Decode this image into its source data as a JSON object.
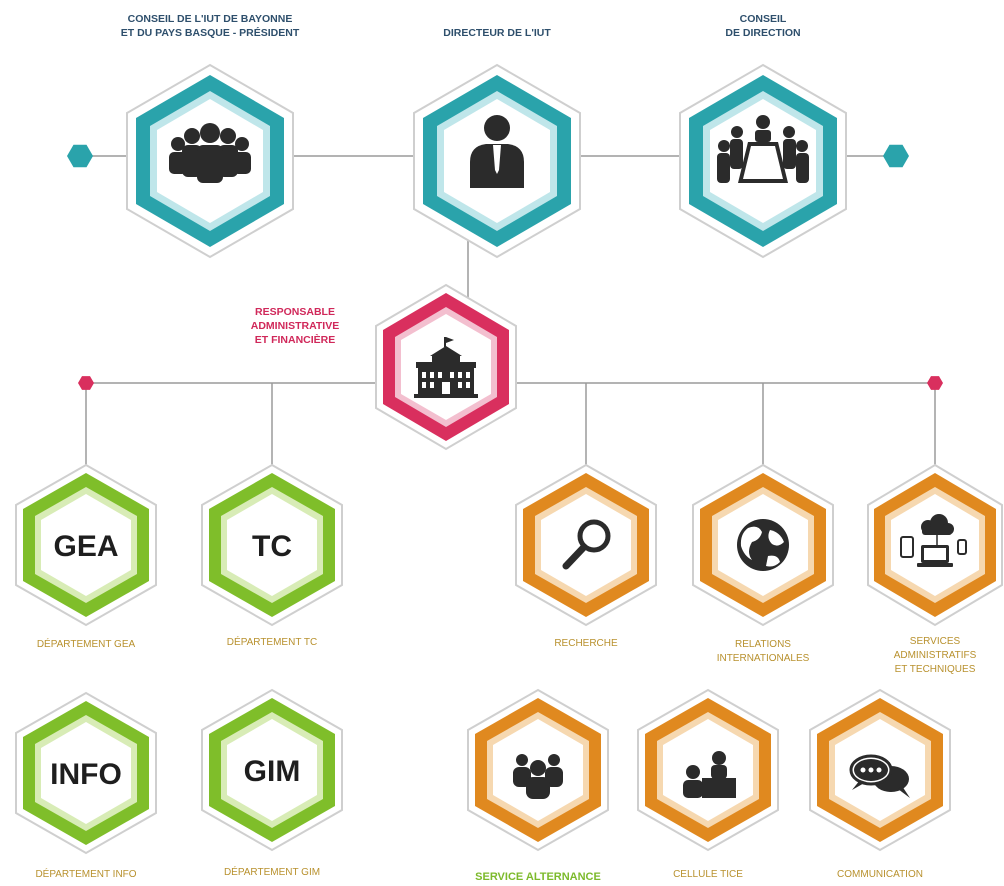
{
  "colors": {
    "teal": "#2aa3ab",
    "teal_dark": "#1f7c86",
    "pink": "#d92f5e",
    "green": "#7fbe2a",
    "orange": "#e0891f",
    "line": "#9a9a9a"
  },
  "top": [
    {
      "label": "CONSEIL DE L'IUT DE BAYONNE\nET DU PAYS BASQUE - PRÉSIDENT",
      "icon": "group-people-icon"
    },
    {
      "label": "DIRECTEUR  DE L'IUT",
      "icon": "director-person-icon"
    },
    {
      "label": "CONSEIL\nDE DIRECTION",
      "icon": "meeting-table-icon"
    }
  ],
  "admin": {
    "label": "RESPONSABLE\nADMINISTRATIVE\nET  FINANCIÈRE",
    "icon": "university-building-icon"
  },
  "departments": [
    {
      "code": "GEA",
      "label": "DÉPARTEMENT GEA"
    },
    {
      "code": "TC",
      "label": "DÉPARTEMENT TC"
    },
    {
      "code": "INFO",
      "label": "DÉPARTEMENT INFO"
    },
    {
      "code": "GIM",
      "label": "DÉPARTEMENT GIM"
    }
  ],
  "services": [
    {
      "label": "RECHERCHE",
      "icon": "magnifier-icon"
    },
    {
      "label": "RELATIONS\nINTERNATIONALES",
      "icon": "globe-icon"
    },
    {
      "label": "SERVICES\nADMINISTRATIFS\nET TECHNIQUES",
      "icon": "devices-cloud-icon"
    },
    {
      "label": "SERVICE ALTERNANCE",
      "icon": "team-people-icon"
    },
    {
      "label": "CELLULE TICE",
      "icon": "presenter-icon"
    },
    {
      "label": "COMMUNICATION",
      "icon": "speech-bubbles-icon"
    }
  ]
}
